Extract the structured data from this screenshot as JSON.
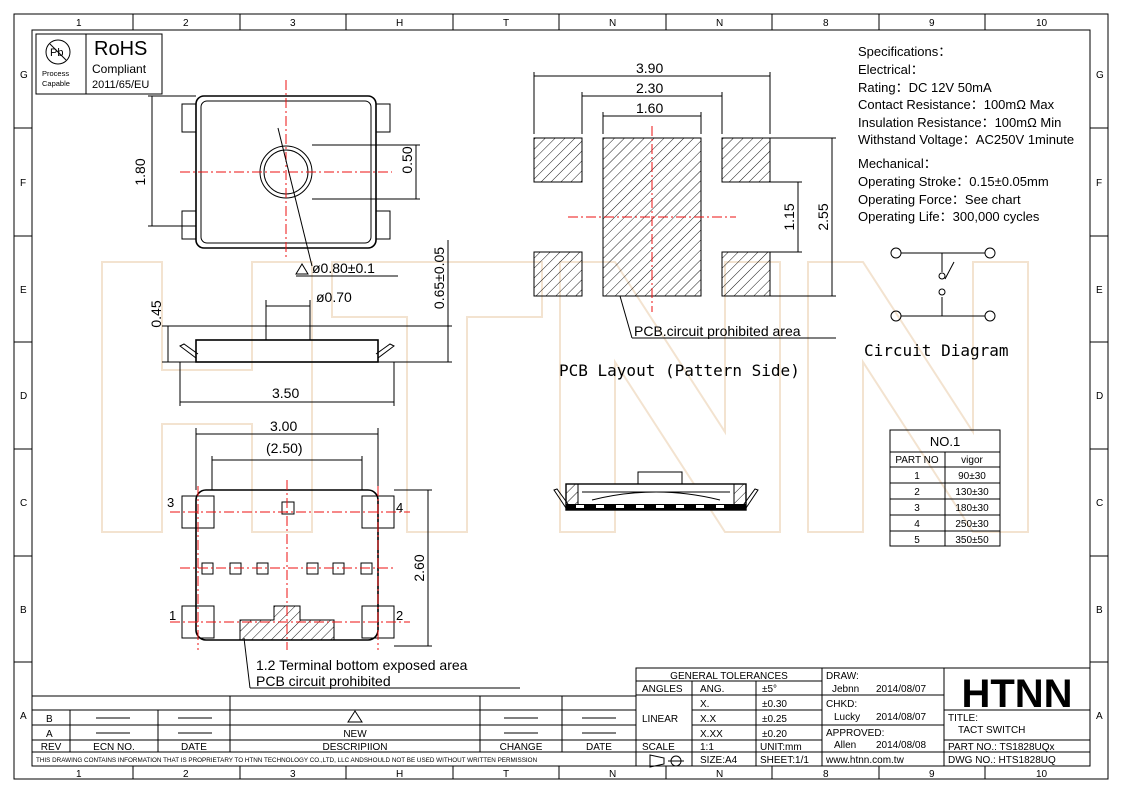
{
  "frame": {
    "col_labels": [
      "1",
      "2",
      "3",
      "H",
      "T",
      "N",
      "N",
      "8",
      "9",
      "10"
    ],
    "row_labels": [
      "G",
      "F",
      "E",
      "D",
      "C",
      "B",
      "A"
    ]
  },
  "rohs": {
    "pb_symbol": "Pb",
    "process_line1": "Process",
    "process_line2": "Capable",
    "title": "RoHS",
    "line2": "Compliant",
    "line3": "2011/65/EU"
  },
  "watermark": "HTNN",
  "specs": {
    "heading": "Specifications：",
    "electrical_heading": "Electrical：",
    "electrical": [
      "Rating：DC 12V 50mA",
      "Contact Resistance：100mΩ Max",
      "Insulation Resistance：100mΩ Min",
      "Withstand Voltage：AC250V 1minute"
    ],
    "mechanical_heading": "Mechanical：",
    "mechanical": [
      "Operating Stroke：0.15±0.05mm",
      "Operating Force：See chart",
      "Operating Life：300,000 cycles"
    ]
  },
  "top_view": {
    "dim_height": "1.80",
    "dim_circle": "0.50",
    "hole_dia": "ø0.80±0.1"
  },
  "side_view": {
    "dim_stem": "ø0.70",
    "dim_stem_h": "0.45",
    "dim_height": "0.65±0.05",
    "dim_width": "3.50"
  },
  "bottom_view": {
    "dim_outer": "3.00",
    "dim_inner": "(2.50)",
    "dim_height": "2.60",
    "pin_labels": [
      "1",
      "2",
      "3",
      "4"
    ],
    "note_line1": "1.2 Terminal bottom exposed area",
    "note_line2": "PCB circuit prohibited"
  },
  "pcb_layout": {
    "dim_390": "3.90",
    "dim_230": "2.30",
    "dim_160": "1.60",
    "dim_115": "1.15",
    "dim_255": "2.55",
    "prohibited_note": "PCB.circuit prohibited area",
    "title": "PCB Layout (Pattern Side)"
  },
  "circuit_title": "Circuit Diagram",
  "force_table": {
    "title": "NO.1",
    "headers": [
      "PART NO",
      "vigor"
    ],
    "rows": [
      [
        "1",
        "90±30"
      ],
      [
        "2",
        "130±30"
      ],
      [
        "3",
        "180±30"
      ],
      [
        "4",
        "250±30"
      ],
      [
        "5",
        "350±50"
      ]
    ]
  },
  "revision": {
    "rows": [
      {
        "rev": "B",
        "desc": ""
      },
      {
        "rev": "A",
        "desc": "NEW"
      }
    ],
    "headers": [
      "REV",
      "ECN NO.",
      "DATE",
      "DESCRIPIION",
      "CHANGE",
      "DATE"
    ],
    "disclaimer": "THIS DRAWING CONTAINS INFORMATION THAT IS PROPRIETARY TO HTNN TECHNOLOGY CO.,LTD, LLC ANDSHOULD NOT BE USED WITHOUT WRITTEN PERMISSION"
  },
  "tolerances": {
    "title": "GENERAL TOLERANCES",
    "angles_label": "ANGLES",
    "ang": "ANG.",
    "ang_val": "±5°",
    "linear_label": "LINEAR",
    "linear": [
      {
        "k": "X.",
        "v": "±0.30"
      },
      {
        "k": "X.X",
        "v": "±0.25"
      },
      {
        "k": "X.XX",
        "v": "±0.20"
      }
    ],
    "scale_label": "SCALE",
    "scale": "1:1",
    "unit": "UNIT:mm",
    "size": "SIZE:A4",
    "sheet": "SHEET:1/1"
  },
  "approvals": {
    "draw_label": "DRAW:",
    "draw_name": "Jebnn",
    "draw_date": "2014/08/07",
    "chkd_label": "CHKD:",
    "chkd_name": "Lucky",
    "chkd_date": "2014/08/07",
    "appr_label": "APPROVED:",
    "appr_name": "Allen",
    "appr_date": "2014/08/08",
    "website": "www.htnn.com.tw"
  },
  "title_block": {
    "logo": "HTNN",
    "title_label": "TITLE:",
    "title": "TACT SWITCH",
    "part_no": "PART NO.: TS1828UQx",
    "dwg_no": "DWG  NO.: HTS1828UQ"
  }
}
